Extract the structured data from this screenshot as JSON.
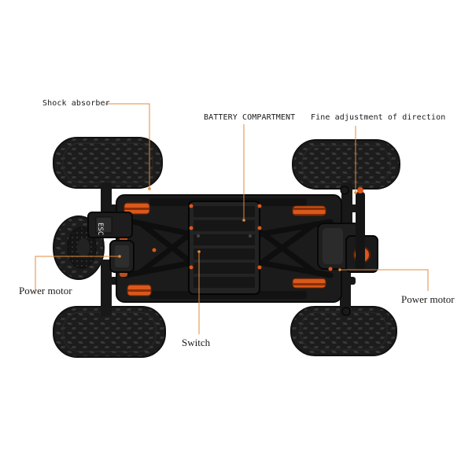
{
  "labels": {
    "shock_absorber": "Shock absorber",
    "battery_compartment": "BATTERY COMPARTMENT",
    "fine_adjustment": "Fine adjustment of direction",
    "power_motor_left": "Power motor",
    "power_motor_right": "Power motor",
    "switch": "Switch"
  },
  "chassis_tag": "ESC",
  "colors": {
    "leader_line": "#e38b3a",
    "chassis": "#1b1b1b",
    "accent": "#d9581c"
  }
}
